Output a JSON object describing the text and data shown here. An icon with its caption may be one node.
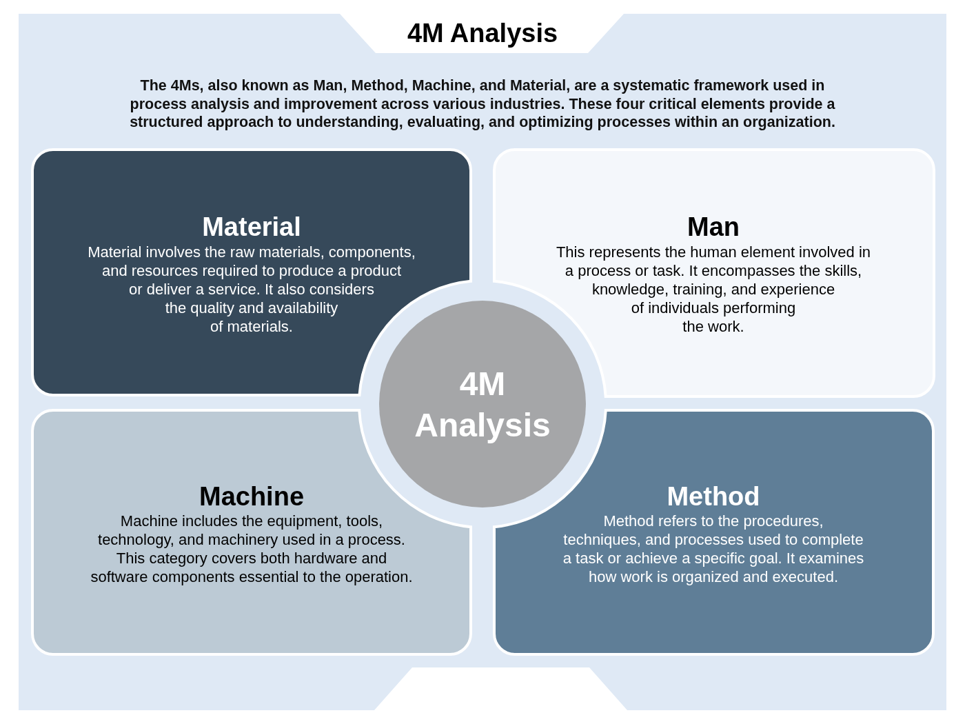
{
  "diagram": {
    "title": "4M Analysis",
    "nodes": [
      {
        "text": [
          "Material",
          "Material involves the raw materials, components, and resources required to produce a product or deliver a service. It also considers the quality and availability of materials."
        ]
      },
      {
        "text": [
          "Man",
          "This represents the human element involved in a process or task. It encompasses the skills, knowledge, training, and experience of individuals performing the work."
        ]
      },
      {
        "text": [
          "4M Analysis"
        ]
      },
      {
        "text": [
          "Machine",
          "Machine includes the equipment, tools, technology, and machinery used in a process. This category covers both hardware and software components essential to the operation."
        ]
      },
      {
        "text": [
          "Method",
          "Method refers to the procedures, techniques, and processes used to complete a task or achieve a specific goal. It examines how work is organized and executed."
        ]
      }
    ],
    "labels": [
      "The 4Ms, also known as Man, Method, Machine, and Material, are a systematic framework used in process analysis and improvement across various industries. These four critical elements provide a structured approach to understanding, evaluating, and optimizing processes within an organization."
    ]
  }
}
